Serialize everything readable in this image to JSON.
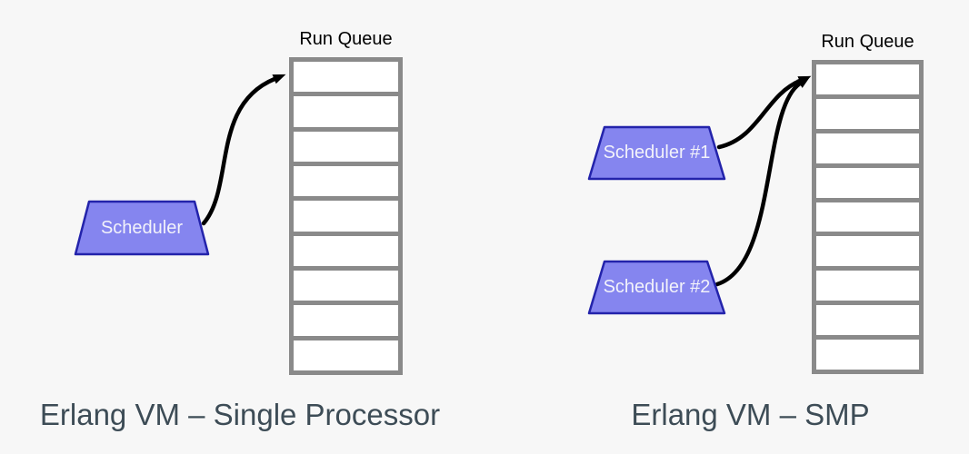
{
  "colors": {
    "background": "#f7f7f7",
    "scheduler_fill": "#8585ef",
    "scheduler_border": "#2323ab",
    "scheduler_text": "#f2f2fa",
    "queue_border": "#8a8a8a",
    "cell_fill": "#ffffff",
    "arrow": "#000000",
    "label_text": "#000000",
    "caption_text": "#3d4c56"
  },
  "left_diagram": {
    "queue_label": "Run Queue",
    "queue_cell_count": 9,
    "scheduler_label": "Scheduler",
    "caption": "Erlang VM – Single Processor"
  },
  "right_diagram": {
    "queue_label": "Run Queue",
    "queue_cell_count": 9,
    "schedulers": [
      {
        "label": "Scheduler #1"
      },
      {
        "label": "Scheduler #2"
      }
    ],
    "caption": "Erlang VM – SMP"
  }
}
